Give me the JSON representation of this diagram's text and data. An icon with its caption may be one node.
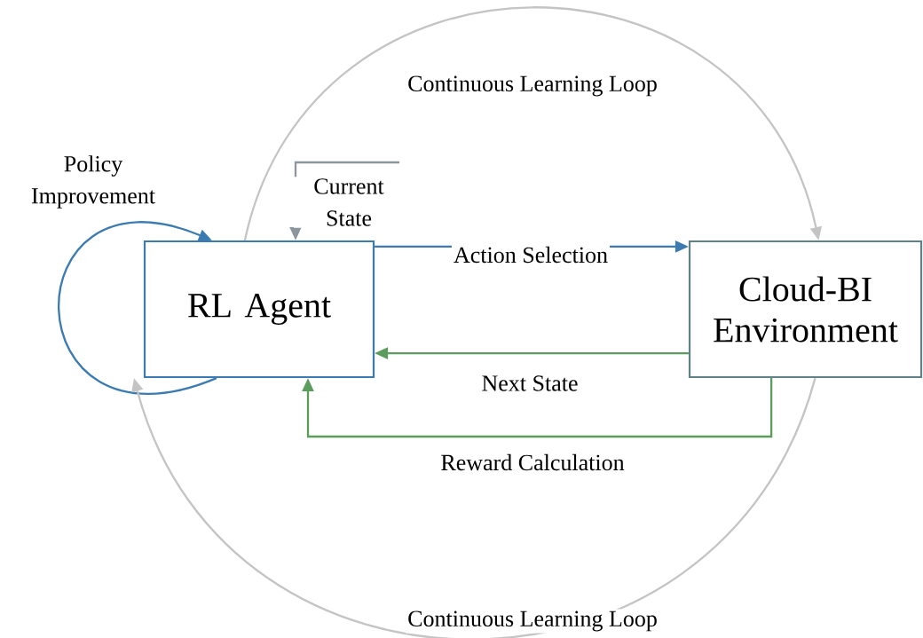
{
  "diagram": {
    "nodes": [
      {
        "text": [
          "RL Agent"
        ]
      },
      {
        "text": [
          "Cloud-BI Environment"
        ]
      }
    ],
    "edges": [
      {
        "from": 0,
        "to": 1,
        "arrow": "to",
        "label": "Action Selection",
        "color": "#3b7bb2"
      },
      {
        "from": 1,
        "to": 0,
        "arrow": "to",
        "label": "Next State",
        "color": "#5c9c5c"
      },
      {
        "from": 1,
        "to": 0,
        "arrow": "to",
        "label": "Reward Calculation",
        "color": "#5c9c5c"
      },
      {
        "from": 0,
        "to": 0,
        "arrow": "to",
        "label": "Policy Improvement",
        "color": "#3b7bb2"
      },
      {
        "from": null,
        "to": 0,
        "arrow": "to",
        "label": "Current State",
        "color": "#8c979d"
      },
      {
        "from": 0,
        "to": 1,
        "arrow": "to",
        "label": "Continuous Learning Loop",
        "color": "#c4c4c4"
      },
      {
        "from": 1,
        "to": 0,
        "arrow": "to",
        "label": "Continuous Learning Loop",
        "color": "#c4c4c4"
      }
    ]
  }
}
